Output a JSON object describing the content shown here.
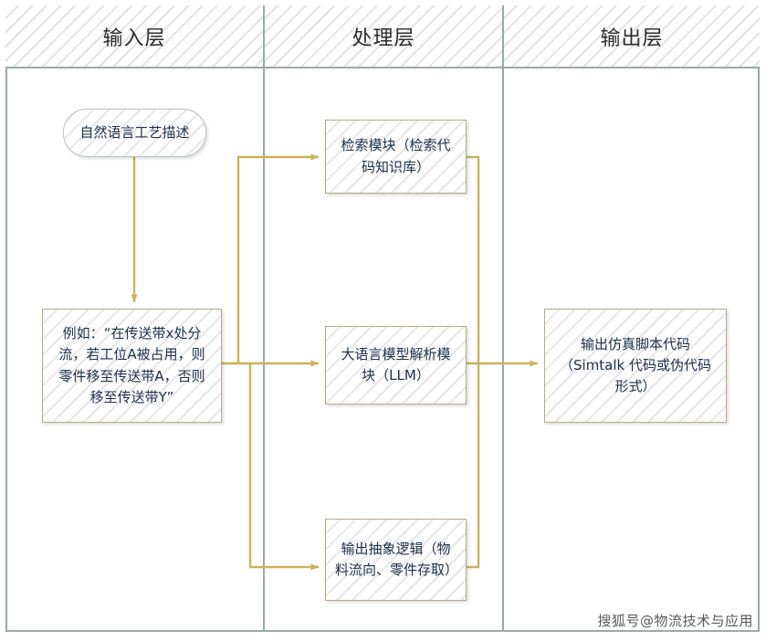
{
  "diagram": {
    "type": "swimlane-flowchart",
    "lanes": [
      {
        "id": "input",
        "title": "输入层"
      },
      {
        "id": "process",
        "title": "处理层"
      },
      {
        "id": "output",
        "title": "输出层"
      }
    ],
    "nodes": [
      {
        "id": "start",
        "lane": "input",
        "shape": "stadium",
        "label": "自然语言工艺描述"
      },
      {
        "id": "example",
        "lane": "input",
        "shape": "rect",
        "label": "例如：“在传送带x处分流，若工位A被占用，则零件移至传送带A，否则移至传送带Y”"
      },
      {
        "id": "retrieve",
        "lane": "process",
        "shape": "rect",
        "label": "检索模块（检索代码知识库）"
      },
      {
        "id": "llm",
        "lane": "process",
        "shape": "rect",
        "label": "大语言模型解析模块（LLM）"
      },
      {
        "id": "logic",
        "lane": "process",
        "shape": "rect",
        "label": "输出抽象逻辑（物料流向、零件存取）"
      },
      {
        "id": "output",
        "lane": "output",
        "shape": "rect",
        "label": "输出仿真脚本代码（Simtalk 代码或伪代码形式）"
      }
    ],
    "edges": [
      {
        "from": "start",
        "to": "example"
      },
      {
        "from": "example",
        "to": "retrieve"
      },
      {
        "from": "example",
        "to": "llm"
      },
      {
        "from": "example",
        "to": "logic"
      },
      {
        "from": "retrieve",
        "to": "output"
      },
      {
        "from": "llm",
        "to": "output"
      },
      {
        "from": "logic",
        "to": "output"
      }
    ],
    "colors": {
      "connector": "#c9b35d",
      "lane_border": "#9aaaa6",
      "node_border": "#b5ab86",
      "node_fill": "#f0f0f0",
      "node_text": "#20304a",
      "header_fill": "#efefef"
    }
  },
  "watermark": {
    "text": "搜狐号@物流技术与应用"
  }
}
